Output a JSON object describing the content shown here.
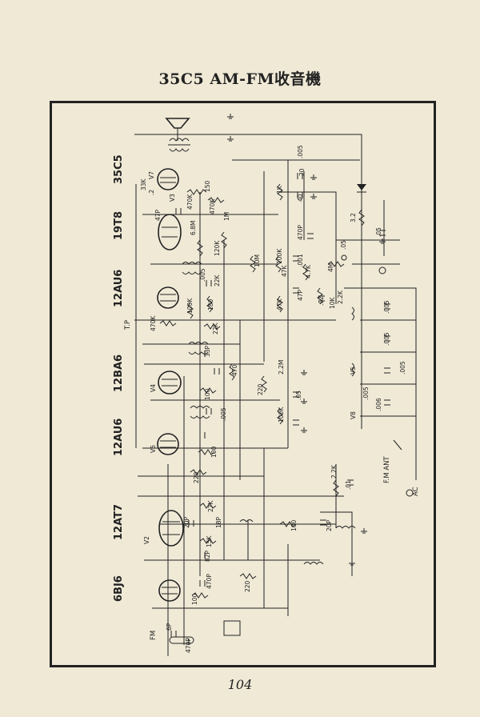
{
  "title": "35C5 AM-FM收音機",
  "page_number": "104",
  "tubes": [
    "35C5",
    "19T8",
    "12AU6",
    "12BA6",
    "12AU6",
    "12AT7",
    "6BJ6"
  ],
  "labels": {
    "tp": "T.P",
    "fm": "FM",
    "fm_ant": "F.M ANT",
    "ac": "AC",
    "v2": "V2",
    "v3": "V3",
    "v4": "V4",
    "v5": "V5",
    "v6": "V6",
    "v7": "V7",
    "v8": "V8"
  },
  "values": {
    "r_33k": "33K",
    "c_2": ".2",
    "r_150": "150",
    "r_470k_a": "470K",
    "r_470k_b": "470K",
    "r_68m": "6.8M",
    "c_47p": "47P",
    "r_120k": "120K",
    "r_1m": "1M",
    "r_22k": "22K",
    "c_005": ".005",
    "r_10m": "10M",
    "r_100k_a": "100K",
    "r_180": "180",
    "r_47k": "47K",
    "r_22k_b": "22K",
    "r_470k_c": "470K",
    "r_2_2m": "2.2M",
    "r_220": "220",
    "c_33p": "33P",
    "r_470": "470",
    "r_100_a": "100",
    "c_005_b": ".005",
    "c_05": ".05",
    "r_100_b": "100",
    "r_220_b": "220",
    "c_20p": "20P",
    "r_27k": "27K",
    "c_18p": "18P",
    "r_15k": "15K",
    "c_82p": "82P",
    "c_470p": "470P",
    "r_100_c": "100",
    "r_220_c": "220",
    "c_6p": "6P",
    "c_470p_b": "470P",
    "r_2_2k": "2.2K",
    "c_01": ".01",
    "r_100_d": "100",
    "c_20p_b": "20P",
    "r_1k": "1K",
    "c_40": "40",
    "c_470p_c": "470P",
    "r_100k_b": "100K",
    "c_001": ".001",
    "r_4_7k": "4.7K",
    "c_47p_b": "47P",
    "r_47k_b": "47K",
    "c_02": ".02",
    "r_10k": "10K",
    "r_2_2k_b": "2.2K",
    "r_4m": "4M",
    "c_05_b": ".05",
    "r_3_2": "3.2",
    "c_05_c": ".05",
    "c_005_c": ".005",
    "c_005_d": ".005",
    "c_005_e": ".005",
    "c_005_f": ".005",
    "c_006": ".006",
    "c_20": "20",
    "c_005_g": ".005",
    "r_100k_c": "100K"
  }
}
